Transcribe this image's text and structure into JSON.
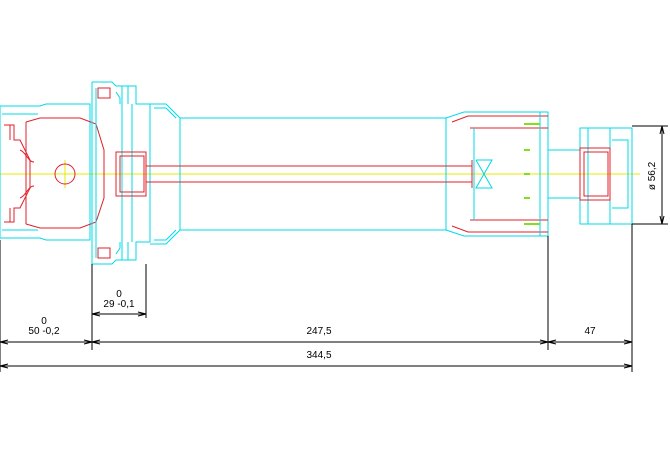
{
  "colors": {
    "outline": "#00d8e8",
    "inner": "#e0202a",
    "centerline": "#e8e800",
    "slots": "#80e020",
    "dimension": "#000000",
    "background": "#ffffff"
  },
  "dimensions": {
    "flange_upper": "0",
    "flange_lower": "50 -0,2",
    "collar_upper": "0",
    "collar_lower": "29 -0,1",
    "extension": "247,5",
    "nut": "47",
    "total": "344,5",
    "diameter": "ø 56,2"
  }
}
